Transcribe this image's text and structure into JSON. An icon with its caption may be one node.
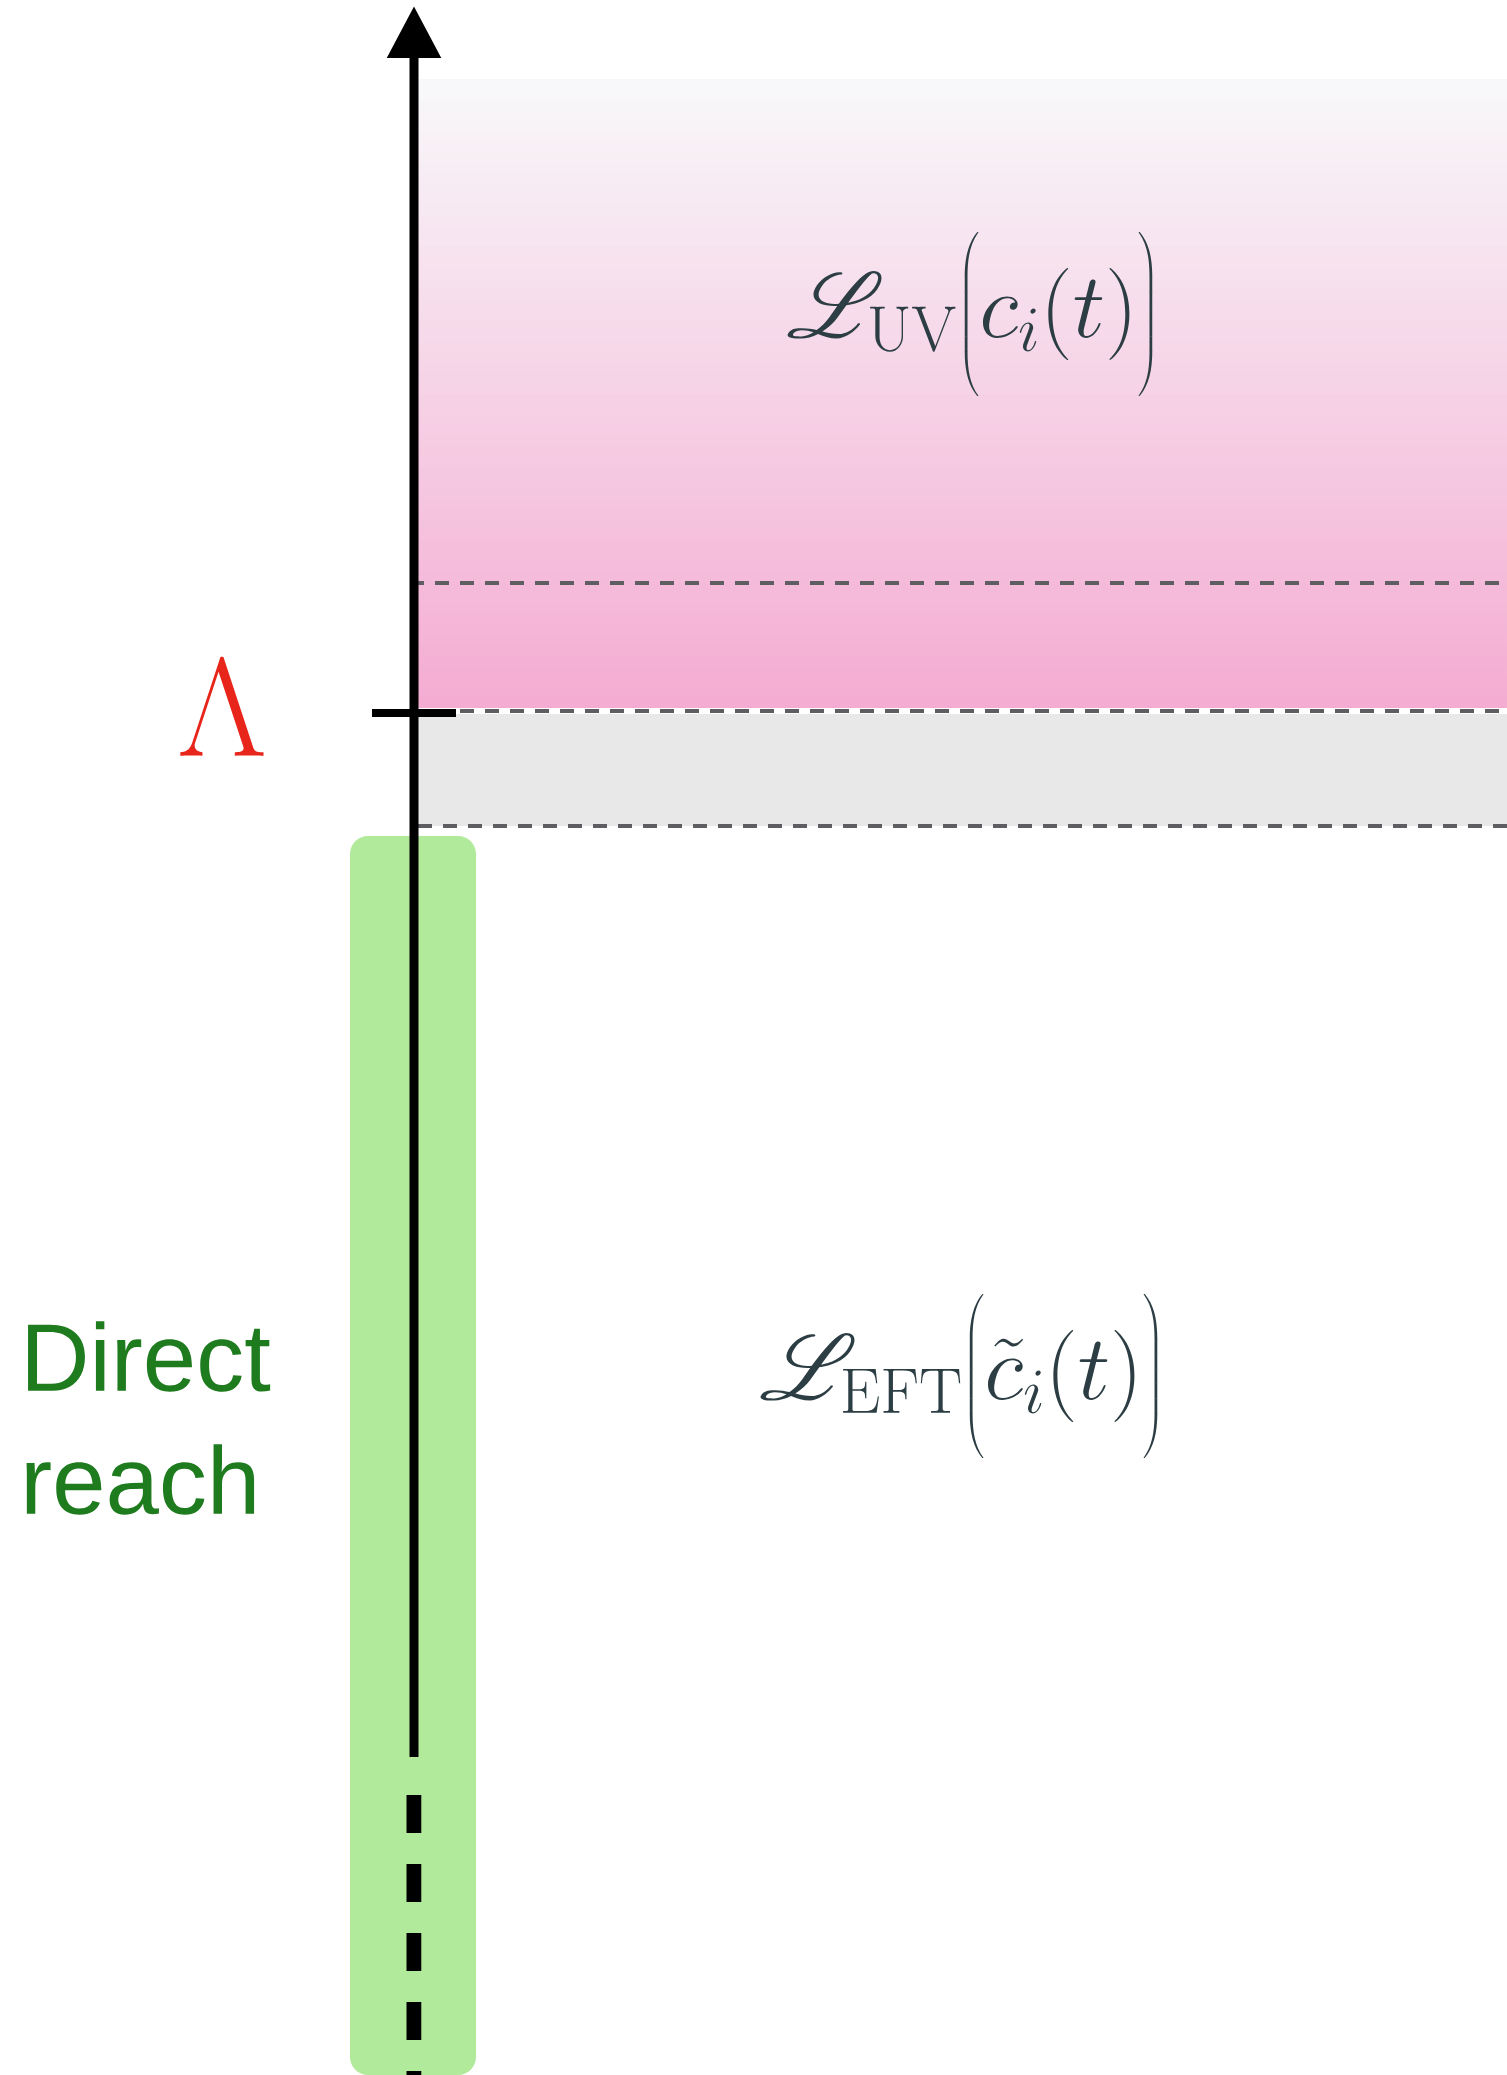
{
  "diagram": {
    "labels": [
      "\\mathscr{L}_{\\rm UV}\\Big(c_i(t)\\Big)",
      "\\Lambda",
      "Direct reach",
      "\\mathscr{L}_{\\rm EFT}\\Big(\\tilde{c}_i(t)\\Big)"
    ]
  }
}
